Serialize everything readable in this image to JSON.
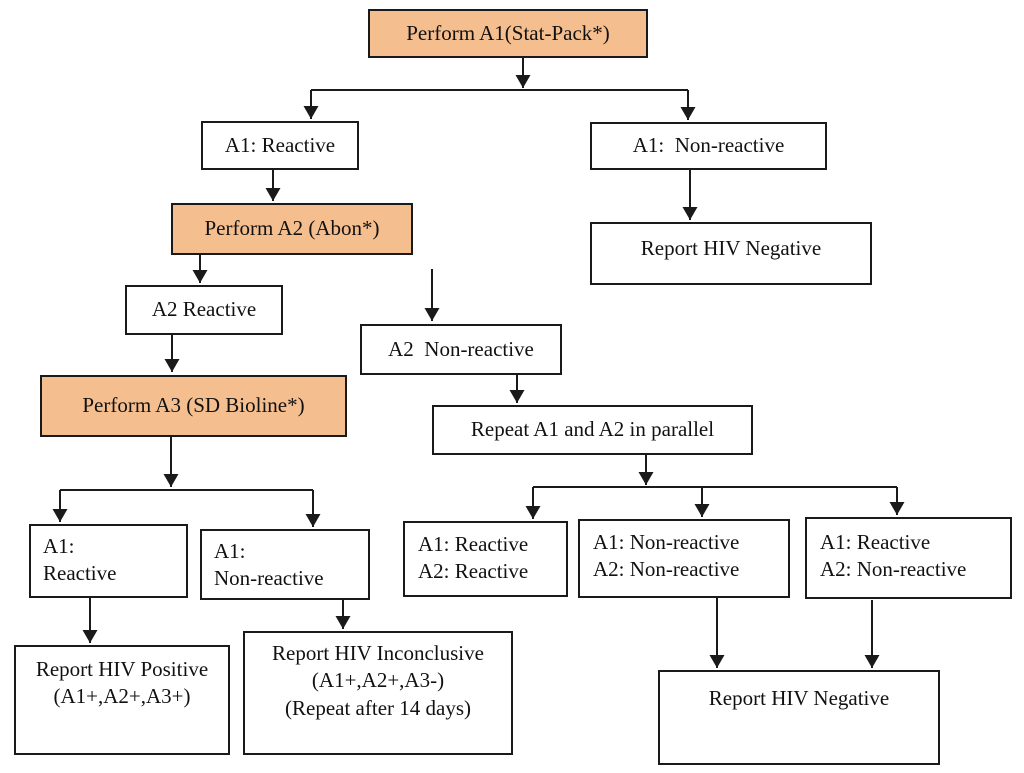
{
  "diagram": {
    "title": "HIV rapid testing algorithm flowchart",
    "colors": {
      "highlight": "#F5BE8F",
      "border": "#1a1a1a",
      "background": "#ffffff"
    },
    "nodes": {
      "perform_a1": {
        "text": "Perform A1(Stat-Pack*)",
        "highlighted": true
      },
      "a1_reactive": {
        "text": "A1: Reactive",
        "highlighted": false
      },
      "a1_non_reactive": {
        "text": "A1:  Non-reactive",
        "highlighted": false
      },
      "report_hiv_negative_top": {
        "text": "Report HIV Negative",
        "highlighted": false
      },
      "perform_a2": {
        "text": "Perform A2 (Abon*)",
        "highlighted": true
      },
      "a2_reactive": {
        "text": "A2 Reactive",
        "highlighted": false
      },
      "a2_non_reactive": {
        "text": "A2  Non-reactive",
        "highlighted": false
      },
      "perform_a3": {
        "text": "Perform A3 (SD Bioline*)",
        "highlighted": true
      },
      "repeat_parallel": {
        "text": "Repeat A1 and A2 in parallel",
        "highlighted": false
      },
      "a3_a1_reactive": {
        "text": "A1:\nReactive",
        "highlighted": false
      },
      "a3_a1_non_reactive": {
        "text": "A1:\nNon-reactive",
        "highlighted": false
      },
      "report_hiv_positive": {
        "text": "Report HIV Positive\n(A1+,A2+,A3+)",
        "highlighted": false
      },
      "report_hiv_inconclusive": {
        "text": "Report HIV Inconclusive\n(A1+,A2+,A3-)\n(Repeat after 14 days)",
        "highlighted": false
      },
      "repeat_rr": {
        "text": "A1: Reactive\nA2: Reactive",
        "highlighted": false
      },
      "repeat_nn": {
        "text": "A1: Non-reactive\nA2: Non-reactive",
        "highlighted": false
      },
      "repeat_rn": {
        "text": "A1: Reactive\nA2: Non-reactive",
        "highlighted": false
      },
      "report_hiv_negative_bottom": {
        "text": "Report HIV Negative",
        "highlighted": false
      }
    },
    "edges": [
      {
        "from": "perform_a1",
        "to": "a1_reactive"
      },
      {
        "from": "perform_a1",
        "to": "a1_non_reactive"
      },
      {
        "from": "a1_non_reactive",
        "to": "report_hiv_negative_top"
      },
      {
        "from": "a1_reactive",
        "to": "perform_a2"
      },
      {
        "from": "perform_a2",
        "to": "a2_reactive"
      },
      {
        "from": "perform_a2",
        "to": "a2_non_reactive"
      },
      {
        "from": "a2_reactive",
        "to": "perform_a3"
      },
      {
        "from": "perform_a3",
        "to": "a3_a1_reactive"
      },
      {
        "from": "perform_a3",
        "to": "a3_a1_non_reactive"
      },
      {
        "from": "a3_a1_reactive",
        "to": "report_hiv_positive"
      },
      {
        "from": "a3_a1_non_reactive",
        "to": "report_hiv_inconclusive"
      },
      {
        "from": "a2_non_reactive",
        "to": "repeat_parallel"
      },
      {
        "from": "repeat_parallel",
        "to": "repeat_rr"
      },
      {
        "from": "repeat_parallel",
        "to": "repeat_nn"
      },
      {
        "from": "repeat_parallel",
        "to": "repeat_rn"
      },
      {
        "from": "repeat_nn",
        "to": "report_hiv_negative_bottom"
      },
      {
        "from": "repeat_rn",
        "to": "report_hiv_negative_bottom"
      }
    ]
  }
}
